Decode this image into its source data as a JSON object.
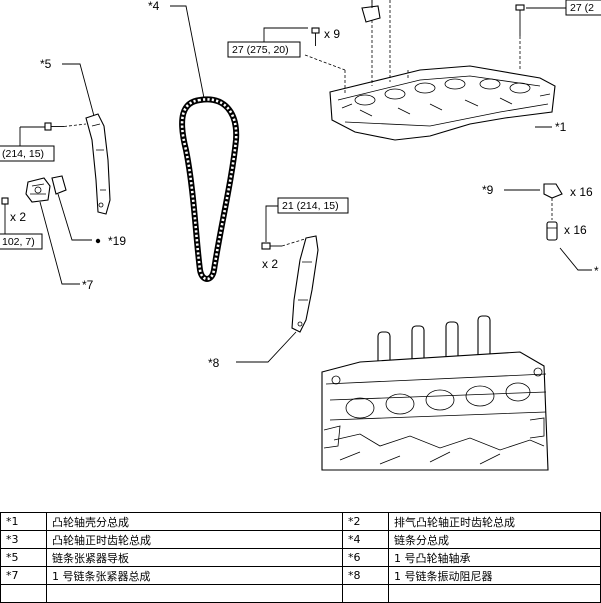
{
  "callouts": {
    "c1": "*1",
    "c4": "*4",
    "c5": "*5",
    "c7": "*7",
    "c8": "*8",
    "c9": "*9",
    "c19": "*19",
    "c_edge": "*"
  },
  "torques": {
    "t_top": "27 (275, 20)",
    "t_topright": "27 (2",
    "t_left": "(214, 15)",
    "t_mid": "21 (214, 15)",
    "t_bottomleft": "102, 7)"
  },
  "counts": {
    "n9": "x 9",
    "n2_left": "x 2",
    "n2_mid": "x 2",
    "n16_a": "x 16",
    "n16_b": "x 16"
  },
  "legend": [
    [
      "*1",
      "凸轮轴壳分总成",
      "*2",
      "排气凸轮轴正时齿轮总成"
    ],
    [
      "*3",
      "凸轮轴正时齿轮总成",
      "*4",
      "链条分总成"
    ],
    [
      "*5",
      "链条张紧器导板",
      "*6",
      "1 号凸轮轴轴承"
    ],
    [
      "*7",
      "1 号链条张紧器总成",
      "*8",
      "1 号链条振动阻尼器"
    ],
    [
      "",
      "",
      "",
      ""
    ]
  ]
}
